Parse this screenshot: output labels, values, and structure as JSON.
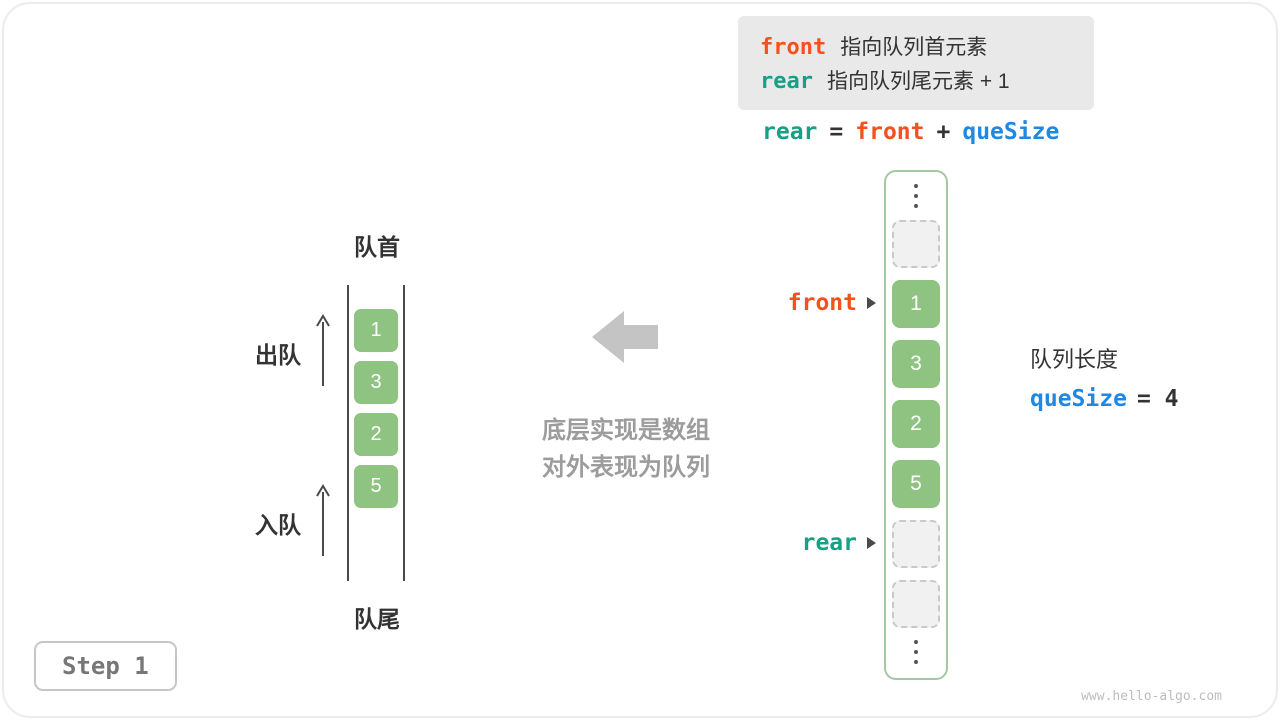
{
  "legend": {
    "front_var": "front",
    "front_desc": "指向队列首元素",
    "rear_var": "rear",
    "rear_desc": "指向队列尾元素 + 1"
  },
  "formula": {
    "lhs": "rear",
    "eq": "=",
    "front": "front",
    "plus": "+",
    "size": "queSize"
  },
  "queue": {
    "head": "队首",
    "tail": "队尾",
    "dequeue": "出队",
    "enqueue": "入队",
    "values": [
      "1",
      "3",
      "2",
      "5"
    ]
  },
  "caption": {
    "line1": "底层实现是数组",
    "line2": "对外表现为队列"
  },
  "array": {
    "front_label": "front",
    "rear_label": "rear",
    "values": [
      "1",
      "3",
      "2",
      "5"
    ]
  },
  "note": {
    "title": "队列长度",
    "var": "queSize",
    "value": "= 4"
  },
  "footer": {
    "step": "Step 1",
    "watermark": "www.hello-algo.com"
  },
  "colors": {
    "front": "#f4511e",
    "rear": "#16a085",
    "quesize": "#1e88e5",
    "cell_green": "#8fc382",
    "legend_bg": "#e9e9e9"
  }
}
